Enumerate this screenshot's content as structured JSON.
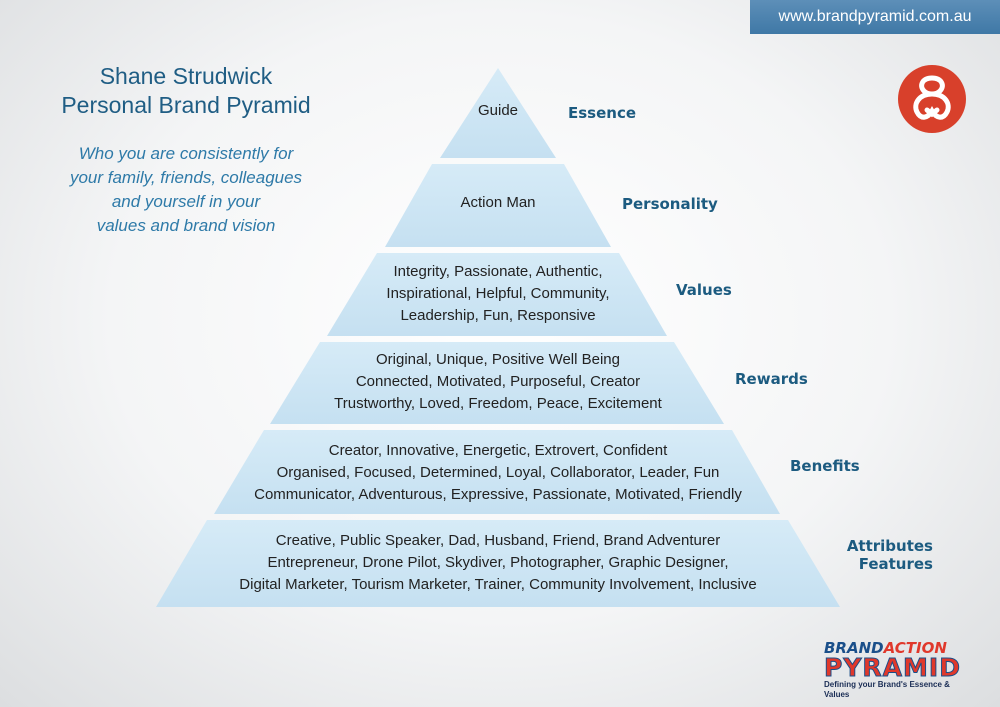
{
  "header": {
    "url": "www.brandpyramid.com.au"
  },
  "title": {
    "line1": "Shane Strudwick",
    "line2": "Personal Brand Pyramid"
  },
  "subtitle": {
    "lines": [
      "Who you are consistently for",
      "your family, friends, colleagues",
      "and yourself in your",
      "values and brand vision"
    ]
  },
  "colors": {
    "tier_fill": "#d2e8f5",
    "accent": "#1c5b80",
    "logo_red": "#d8402b",
    "url_bar": "#4a82af"
  },
  "tiers": [
    {
      "label": "Essence",
      "lines": [
        "Guide"
      ]
    },
    {
      "label": "Personality",
      "lines": [
        "Action Man"
      ]
    },
    {
      "label": "Values",
      "lines": [
        "Integrity, Passionate, Authentic,",
        "Inspirational, Helpful, Community,",
        "Leadership, Fun, Responsive"
      ]
    },
    {
      "label": "Rewards",
      "lines": [
        "Original, Unique, Positive Well Being",
        "Connected, Motivated, Purposeful, Creator",
        "Trustworthy, Loved, Freedom, Peace, Excitement"
      ]
    },
    {
      "label": "Benefits",
      "lines": [
        "Creator, Innovative, Energetic, Extrovert, Confident",
        "Organised, Focused, Determined, Loyal, Collaborator, Leader, Fun",
        "Communicator, Adventurous, Expressive, Passionate, Motivated, Friendly"
      ]
    },
    {
      "label_lines": [
        "Attributes",
        "Features"
      ],
      "lines": [
        "Creative, Public Speaker, Dad, Husband, Friend, Brand Adventurer",
        "Entrepreneur, Drone Pilot, Skydiver, Photographer, Graphic Designer,",
        "Digital Marketer, Tourism Marketer, Trainer, Community Involvement, Inclusive"
      ]
    }
  ],
  "brand_logo": {
    "line1_a": "BRAND",
    "line1_b": "ACTION",
    "line2": "PYRAMID",
    "tagline": "Defining your Brand's Essence & Values"
  }
}
